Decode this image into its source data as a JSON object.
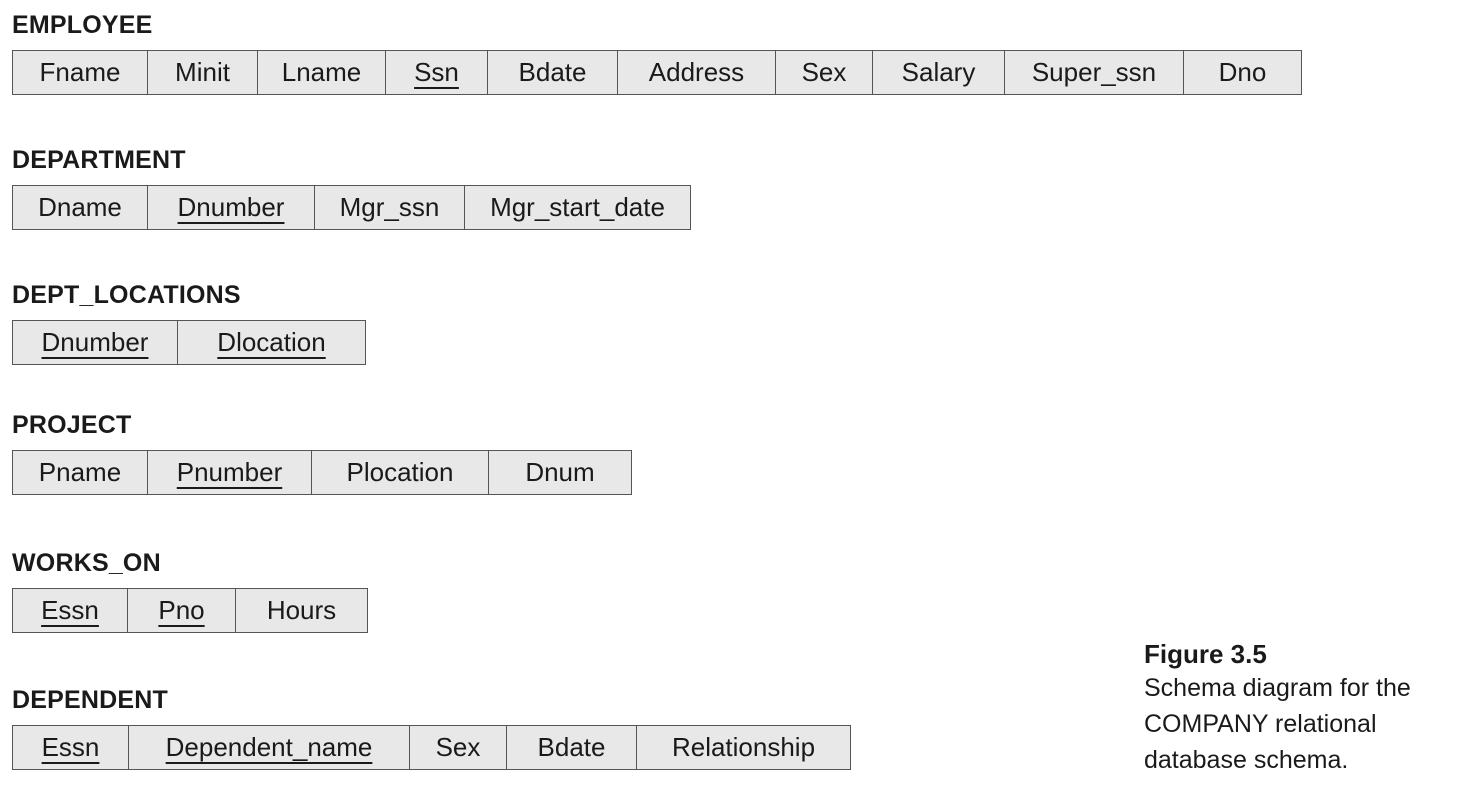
{
  "relations": [
    {
      "id": "employee",
      "name": "EMPLOYEE",
      "attributes": [
        {
          "label": "Fname",
          "pk": false
        },
        {
          "label": "Minit",
          "pk": false
        },
        {
          "label": "Lname",
          "pk": false
        },
        {
          "label": "Ssn",
          "pk": true
        },
        {
          "label": "Bdate",
          "pk": false
        },
        {
          "label": "Address",
          "pk": false
        },
        {
          "label": "Sex",
          "pk": false
        },
        {
          "label": "Salary",
          "pk": false
        },
        {
          "label": "Super_ssn",
          "pk": false
        },
        {
          "label": "Dno",
          "pk": false
        }
      ]
    },
    {
      "id": "department",
      "name": "DEPARTMENT",
      "attributes": [
        {
          "label": "Dname",
          "pk": false
        },
        {
          "label": "Dnumber",
          "pk": true
        },
        {
          "label": "Mgr_ssn",
          "pk": false
        },
        {
          "label": "Mgr_start_date",
          "pk": false
        }
      ]
    },
    {
      "id": "dept-locations",
      "name": "DEPT_LOCATIONS",
      "attributes": [
        {
          "label": "Dnumber",
          "pk": true
        },
        {
          "label": "Dlocation",
          "pk": true
        }
      ]
    },
    {
      "id": "project",
      "name": "PROJECT",
      "attributes": [
        {
          "label": "Pname",
          "pk": false
        },
        {
          "label": "Pnumber",
          "pk": true
        },
        {
          "label": "Plocation",
          "pk": false
        },
        {
          "label": "Dnum",
          "pk": false
        }
      ]
    },
    {
      "id": "works-on",
      "name": "WORKS_ON",
      "attributes": [
        {
          "label": "Essn",
          "pk": true
        },
        {
          "label": "Pno",
          "pk": true
        },
        {
          "label": "Hours",
          "pk": false
        }
      ]
    },
    {
      "id": "dependent",
      "name": "DEPENDENT",
      "attributes": [
        {
          "label": "Essn",
          "pk": true
        },
        {
          "label": "Dependent_name",
          "pk": true
        },
        {
          "label": "Sex",
          "pk": false
        },
        {
          "label": "Bdate",
          "pk": false
        },
        {
          "label": "Relationship",
          "pk": false
        }
      ]
    }
  ],
  "caption": {
    "title": "Figure 3.5",
    "text": "Schema diagram for the COMPANY relational database schema."
  }
}
